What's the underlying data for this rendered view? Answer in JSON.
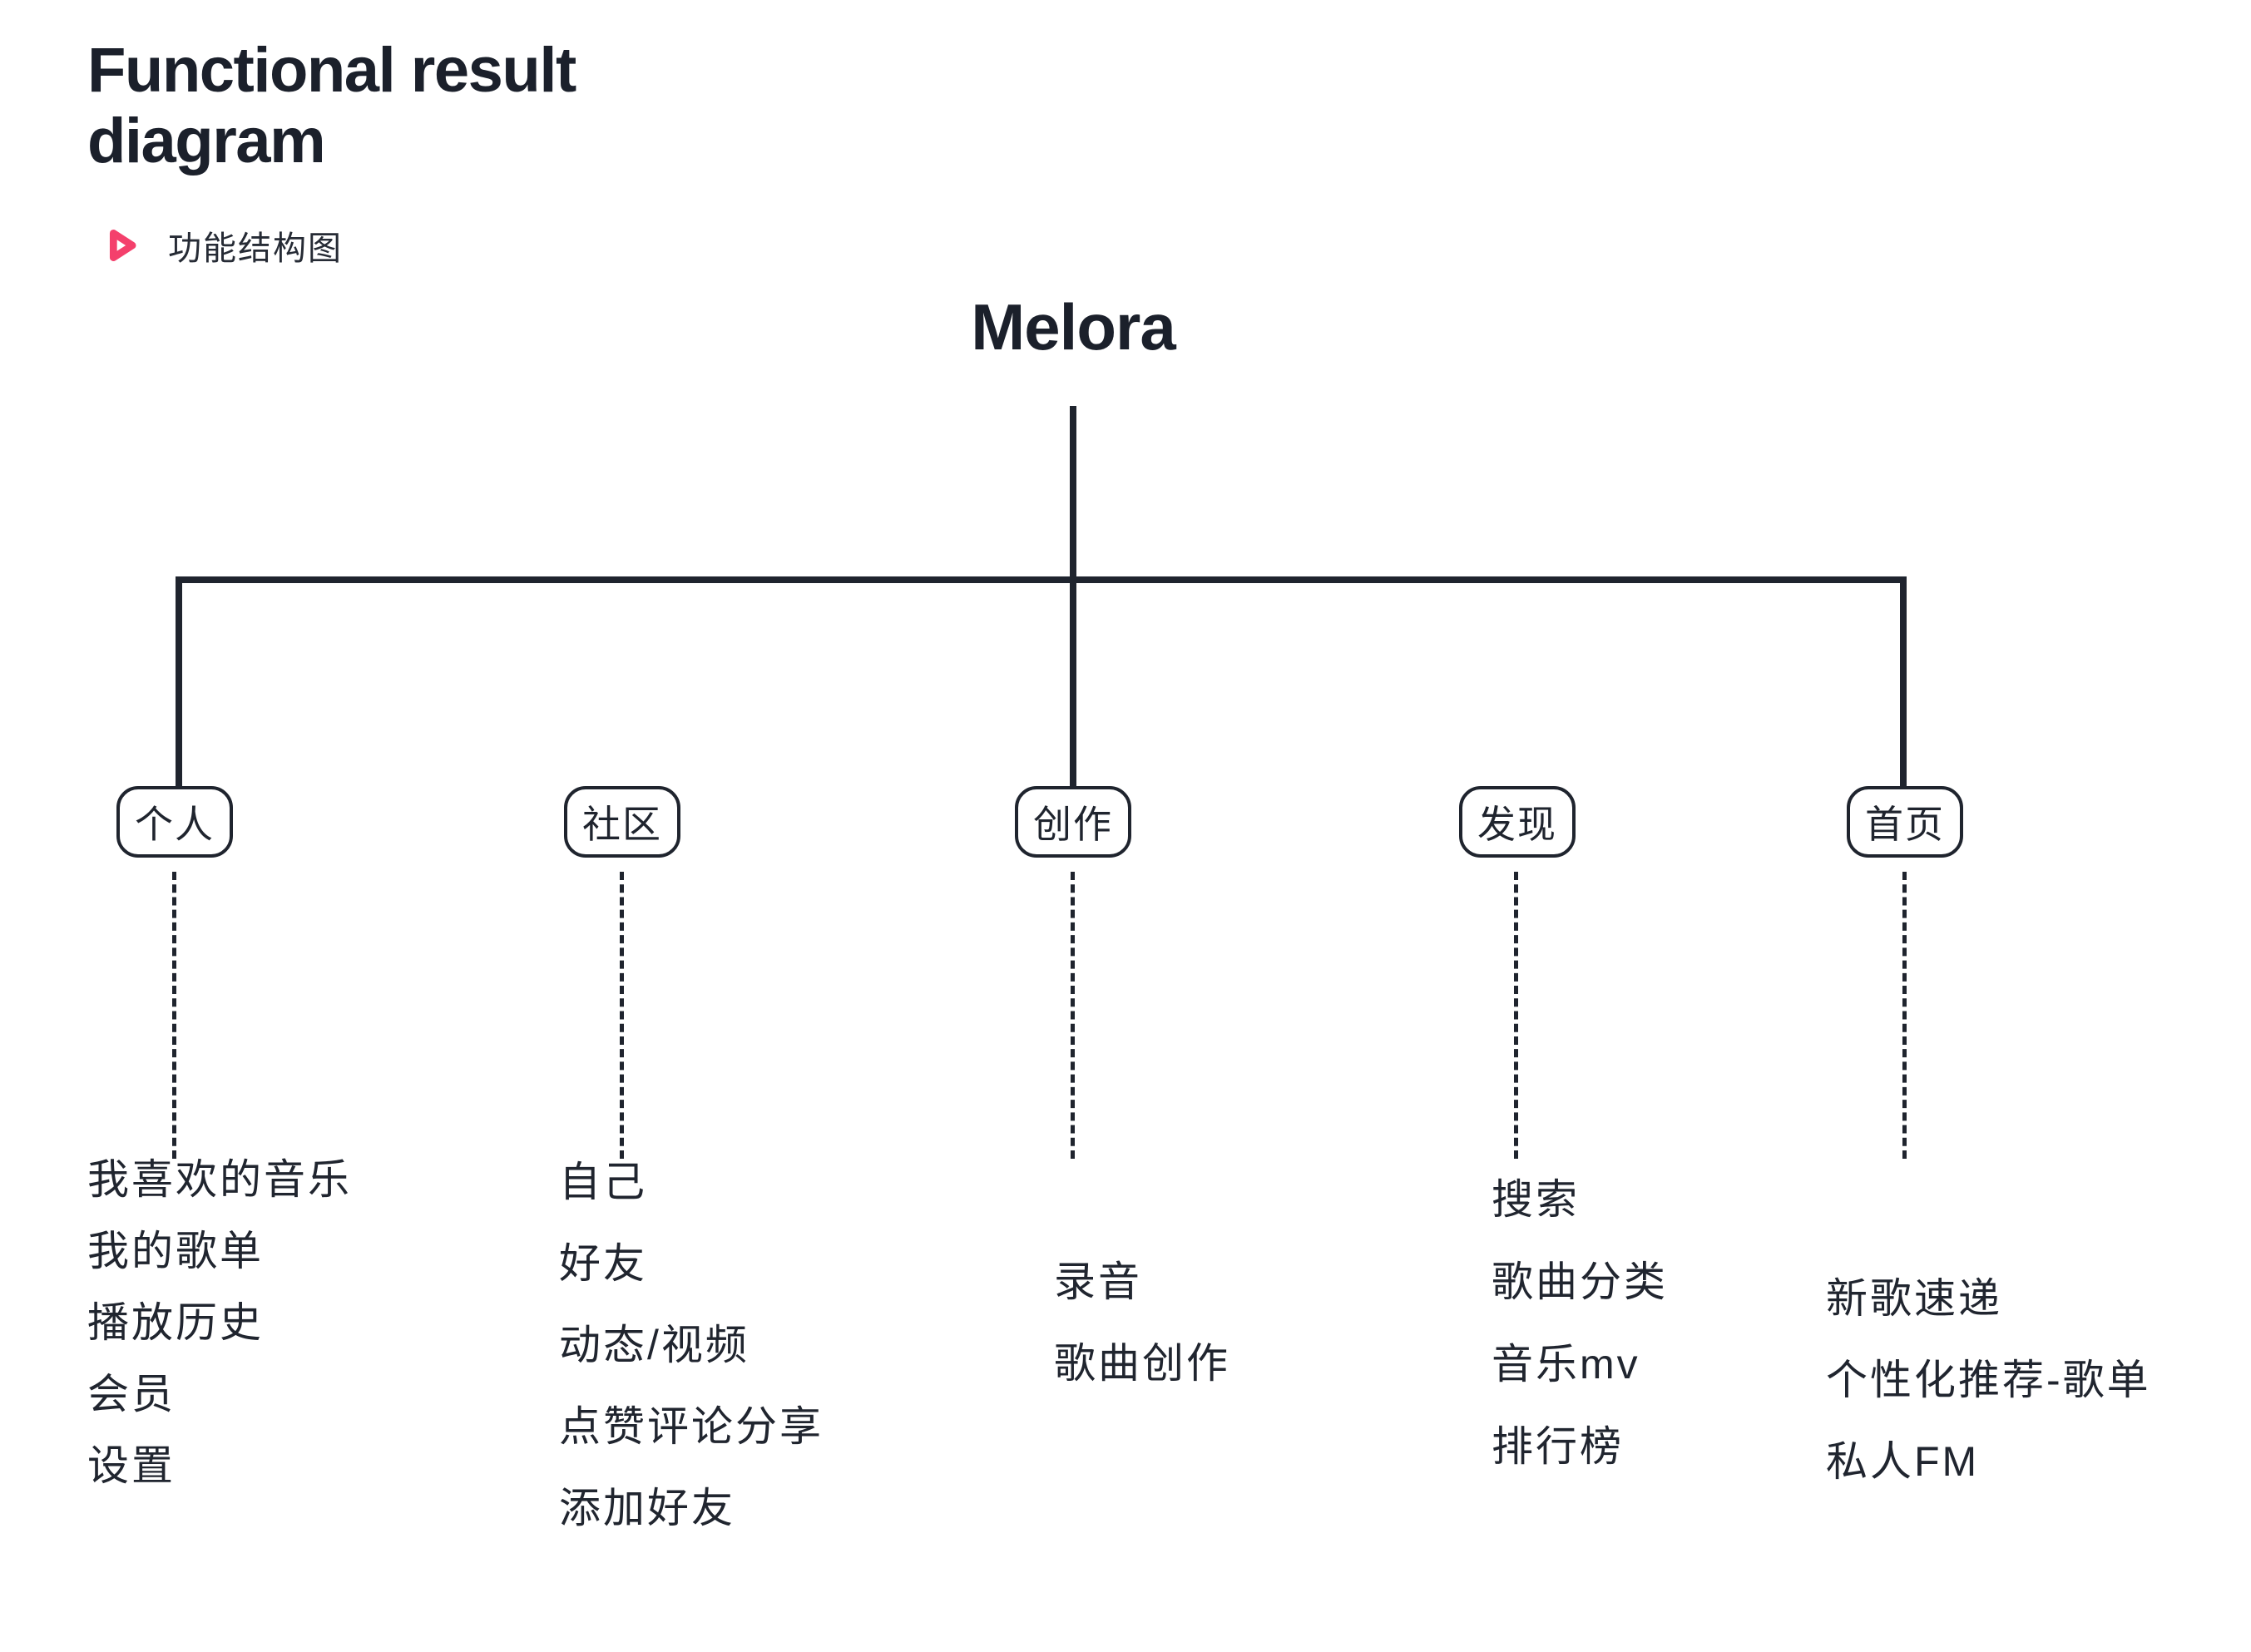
{
  "header": {
    "title": "Functional result diagram",
    "subtitle": "功能结构图"
  },
  "colors": {
    "accent_pink": "#F4406C",
    "ink": "#1F242E",
    "background": "#FFFFFF"
  },
  "icons": {
    "subtitle_icon": "play-icon"
  },
  "tree": {
    "root": "Melora",
    "branches": [
      {
        "label": "个人",
        "items": [
          "我喜欢的音乐",
          "我的歌单",
          "播放历史",
          "会员",
          "设置"
        ]
      },
      {
        "label": "社区",
        "items": [
          "自己",
          "好友",
          "动态/视频",
          "点赞评论分享",
          "添加好友"
        ]
      },
      {
        "label": "创作",
        "items": [
          "录音",
          "歌曲创作"
        ]
      },
      {
        "label": "发现",
        "items": [
          "搜索",
          "歌曲分类",
          "音乐mv",
          "排行榜"
        ]
      },
      {
        "label": "首页",
        "items": [
          "新歌速递",
          "个性化推荐-歌单",
          "私人FM"
        ]
      }
    ]
  }
}
